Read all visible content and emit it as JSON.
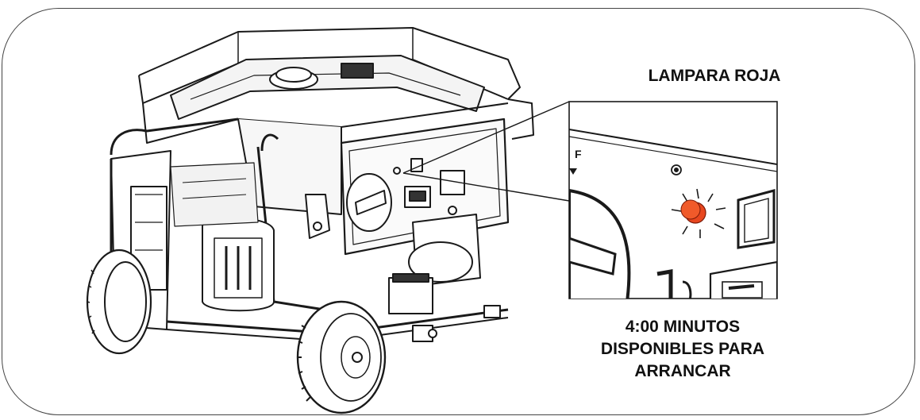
{
  "callout": {
    "lamp_label": "LAMPARA ROJA",
    "time_line1": "4:00 MINUTOS",
    "time_line2": "DISPONIBLES PARA",
    "time_line3": "ARRANCAR"
  },
  "inset": {
    "panel_letter": "F"
  },
  "icons": {
    "generator": "generator-icon",
    "lamp": "red-lamp-icon",
    "switch": "rocker-switch-icon"
  },
  "colors": {
    "lamp": "#e8461e",
    "line": "#1a1a1a"
  }
}
